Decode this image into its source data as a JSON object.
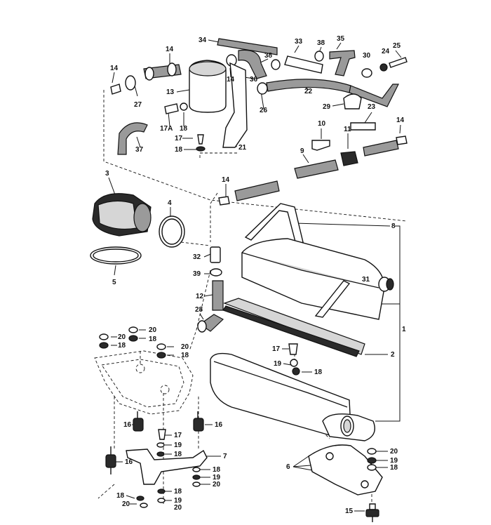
{
  "callouts": {
    "c34": "34",
    "c33": "33",
    "c38a": "38",
    "c35": "35",
    "c30": "30",
    "c24": "24",
    "c25": "25",
    "c14a": "14",
    "c14b": "14",
    "c27": "27",
    "c13": "13",
    "c38b": "38",
    "c36": "36",
    "c14c": "14",
    "c26": "26",
    "c22": "22",
    "c29": "29",
    "c23": "23",
    "c17a": "17A",
    "c18a": "18",
    "c17b": "17",
    "c18b": "18",
    "c21": "21",
    "c37": "37",
    "c10": "10",
    "c11": "11",
    "c14d": "14",
    "c9": "9",
    "c3": "3",
    "c4": "4",
    "c14e": "14",
    "c8": "8",
    "c5": "5",
    "c32": "32",
    "c39": "39",
    "c12": "12",
    "c31": "31",
    "c28": "28",
    "c1": "1",
    "c20a": "20",
    "c20b": "20",
    "c18c": "18",
    "c18d": "18",
    "c20c": "20",
    "c18e": "18",
    "c17c": "17",
    "c2": "2",
    "c19a": "19",
    "c18f": "18",
    "c16a": "16",
    "c16b": "16",
    "c17d": "17",
    "c19b": "19",
    "c18g": "18",
    "c7": "7",
    "c16c": "16",
    "c18h": "18",
    "c19c": "19",
    "c20d": "20",
    "c18i": "18",
    "c20e": "20",
    "c19d": "19",
    "c20f": "20",
    "c20g": "20",
    "c19e": "19",
    "c18j": "18",
    "c6": "6",
    "c15": "15"
  }
}
